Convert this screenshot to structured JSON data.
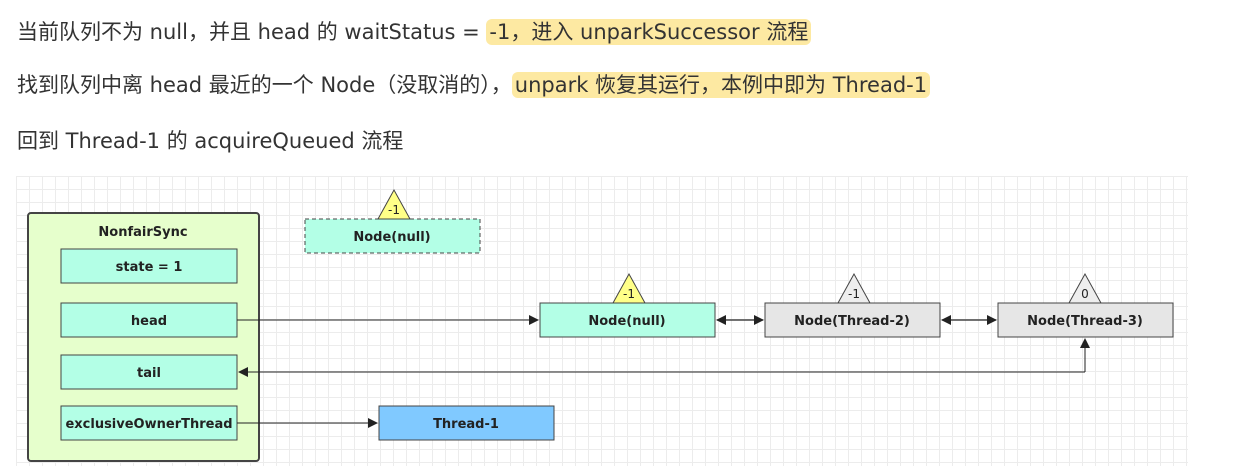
{
  "text": {
    "line1_a": "当前队列不为 null，并且 head 的 waitStatus = ",
    "line1_hl": "-1，进入 unparkSuccessor 流程",
    "line2_a": "找到队列中离 head 最近的一个 Node（没取消的），",
    "line2_hl": "unpark 恢复其运行，本例中即为 Thread-1",
    "line3": "回到 Thread-1 的 acquireQueued 流程"
  },
  "diagram": {
    "sync_title": "NonfairSync",
    "fields": {
      "state": "state = 1",
      "head": "head",
      "tail": "tail",
      "owner": "exclusiveOwnerThread"
    },
    "detached_node": {
      "label": "Node(null)",
      "status": "-1"
    },
    "queue": [
      {
        "label": "Node(null)",
        "status": "-1"
      },
      {
        "label": "Node(Thread-2)",
        "status": "-1"
      },
      {
        "label": "Node(Thread-3)",
        "status": "0"
      }
    ],
    "owner_thread": "Thread-1"
  },
  "colors": {
    "sync_fill": "#e6ffcc",
    "field_fill": "#b3ffe6",
    "gray_fill": "#e6e6e6",
    "thread_fill": "#80c9ff",
    "triangle_yellow": "#ffff88",
    "triangle_gray": "#eeeeee",
    "highlight": "#fde9a2"
  }
}
